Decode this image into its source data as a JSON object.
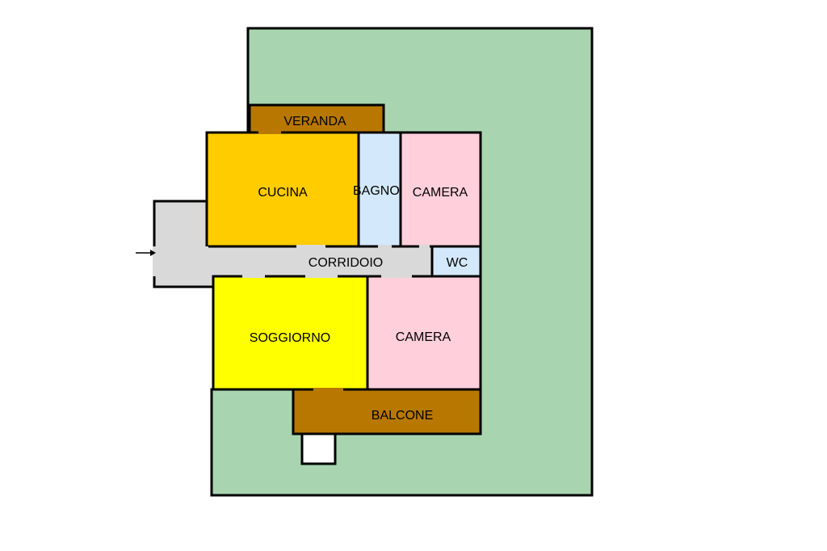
{
  "rooms": {
    "veranda": "VERANDA",
    "cucina": "CUCINA",
    "bagno": "BAGNO",
    "camera_top": "CAMERA",
    "corridoio": "CORRIDOIO",
    "wc": "WC",
    "soggiorno": "SOGGIORNO",
    "camera_bottom": "CAMERA",
    "balcone": "BALCONE"
  },
  "colors": {
    "garden": "#a8d5b0",
    "veranda": "#b87800",
    "cucina": "#ffcc00",
    "bagno": "#d4e8fb",
    "camera": "#ffd0dc",
    "corridor": "#d9d9d9",
    "soggiorno": "#ffff00",
    "balcone": "#b87800"
  },
  "icons": {
    "entrance": "arrow-right-icon"
  }
}
